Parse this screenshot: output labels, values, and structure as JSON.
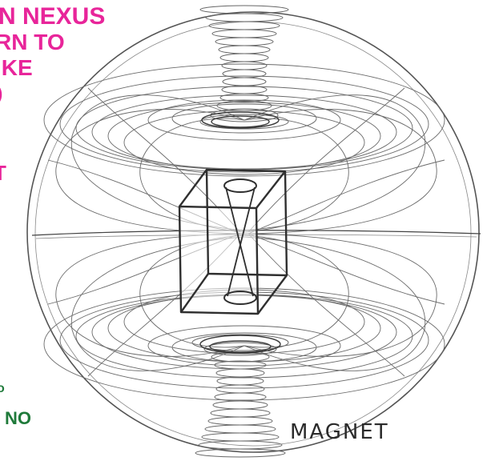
{
  "annotations": {
    "pink_lines": [
      "N NEXUS",
      "RN TO",
      "IKE",
      ")",
      "(",
      "T"
    ],
    "green_lines": [
      "o",
      "NO"
    ],
    "label": "MAGNET"
  },
  "colors": {
    "pink": "#e8259a",
    "green": "#1f7a3a",
    "pencil": "#555555"
  }
}
